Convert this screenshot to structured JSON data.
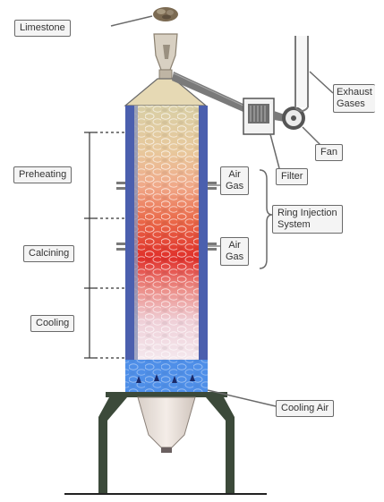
{
  "labels": {
    "limestone": "Limestone",
    "exhaust_gases_1": "Exhaust",
    "exhaust_gases_2": "Gases",
    "fan": "Fan",
    "filter": "Filter",
    "air_gas_upper_1": "Air",
    "air_gas_upper_2": "Gas",
    "air_gas_lower_1": "Air",
    "air_gas_lower_2": "Gas",
    "ring_injection_1": "Ring Injection",
    "ring_injection_2": "System",
    "preheating": "Preheating",
    "calcining": "Calcining",
    "cooling": "Cooling",
    "cooling_air": "Cooling Air"
  },
  "zones": [
    {
      "name": "Preheating",
      "color": "#e8d2a6"
    },
    {
      "name": "Calcining",
      "color": "#e23a2a"
    },
    {
      "name": "Cooling",
      "color": "#f0d2d8"
    }
  ],
  "colors": {
    "shell": "#4b5fae",
    "preheat_top": "#d8c8a0",
    "preheat_mid": "#efb08a",
    "calcine": "#e0332a",
    "cooling": "#e8cdd6",
    "cooling_air_box": "#4f8fe8",
    "legs": "#3c4a3a",
    "cone": "#e8ddd6"
  }
}
